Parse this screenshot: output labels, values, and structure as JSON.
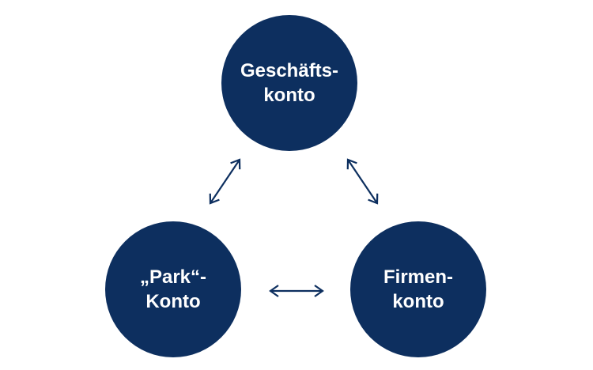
{
  "diagram": {
    "nodes": {
      "top": {
        "label": "Geschäfts-\nkonto"
      },
      "left": {
        "label": "„Park“-\nKonto"
      },
      "right": {
        "label": "Firmen-\nkonto"
      }
    },
    "colors": {
      "node_fill": "#0d2f5f",
      "node_text": "#ffffff",
      "arrow": "#0d2f5f"
    },
    "connectors": [
      {
        "from": "top",
        "to": "left",
        "style": "double-arrow"
      },
      {
        "from": "top",
        "to": "right",
        "style": "double-arrow"
      },
      {
        "from": "left",
        "to": "right",
        "style": "double-arrow"
      }
    ]
  }
}
